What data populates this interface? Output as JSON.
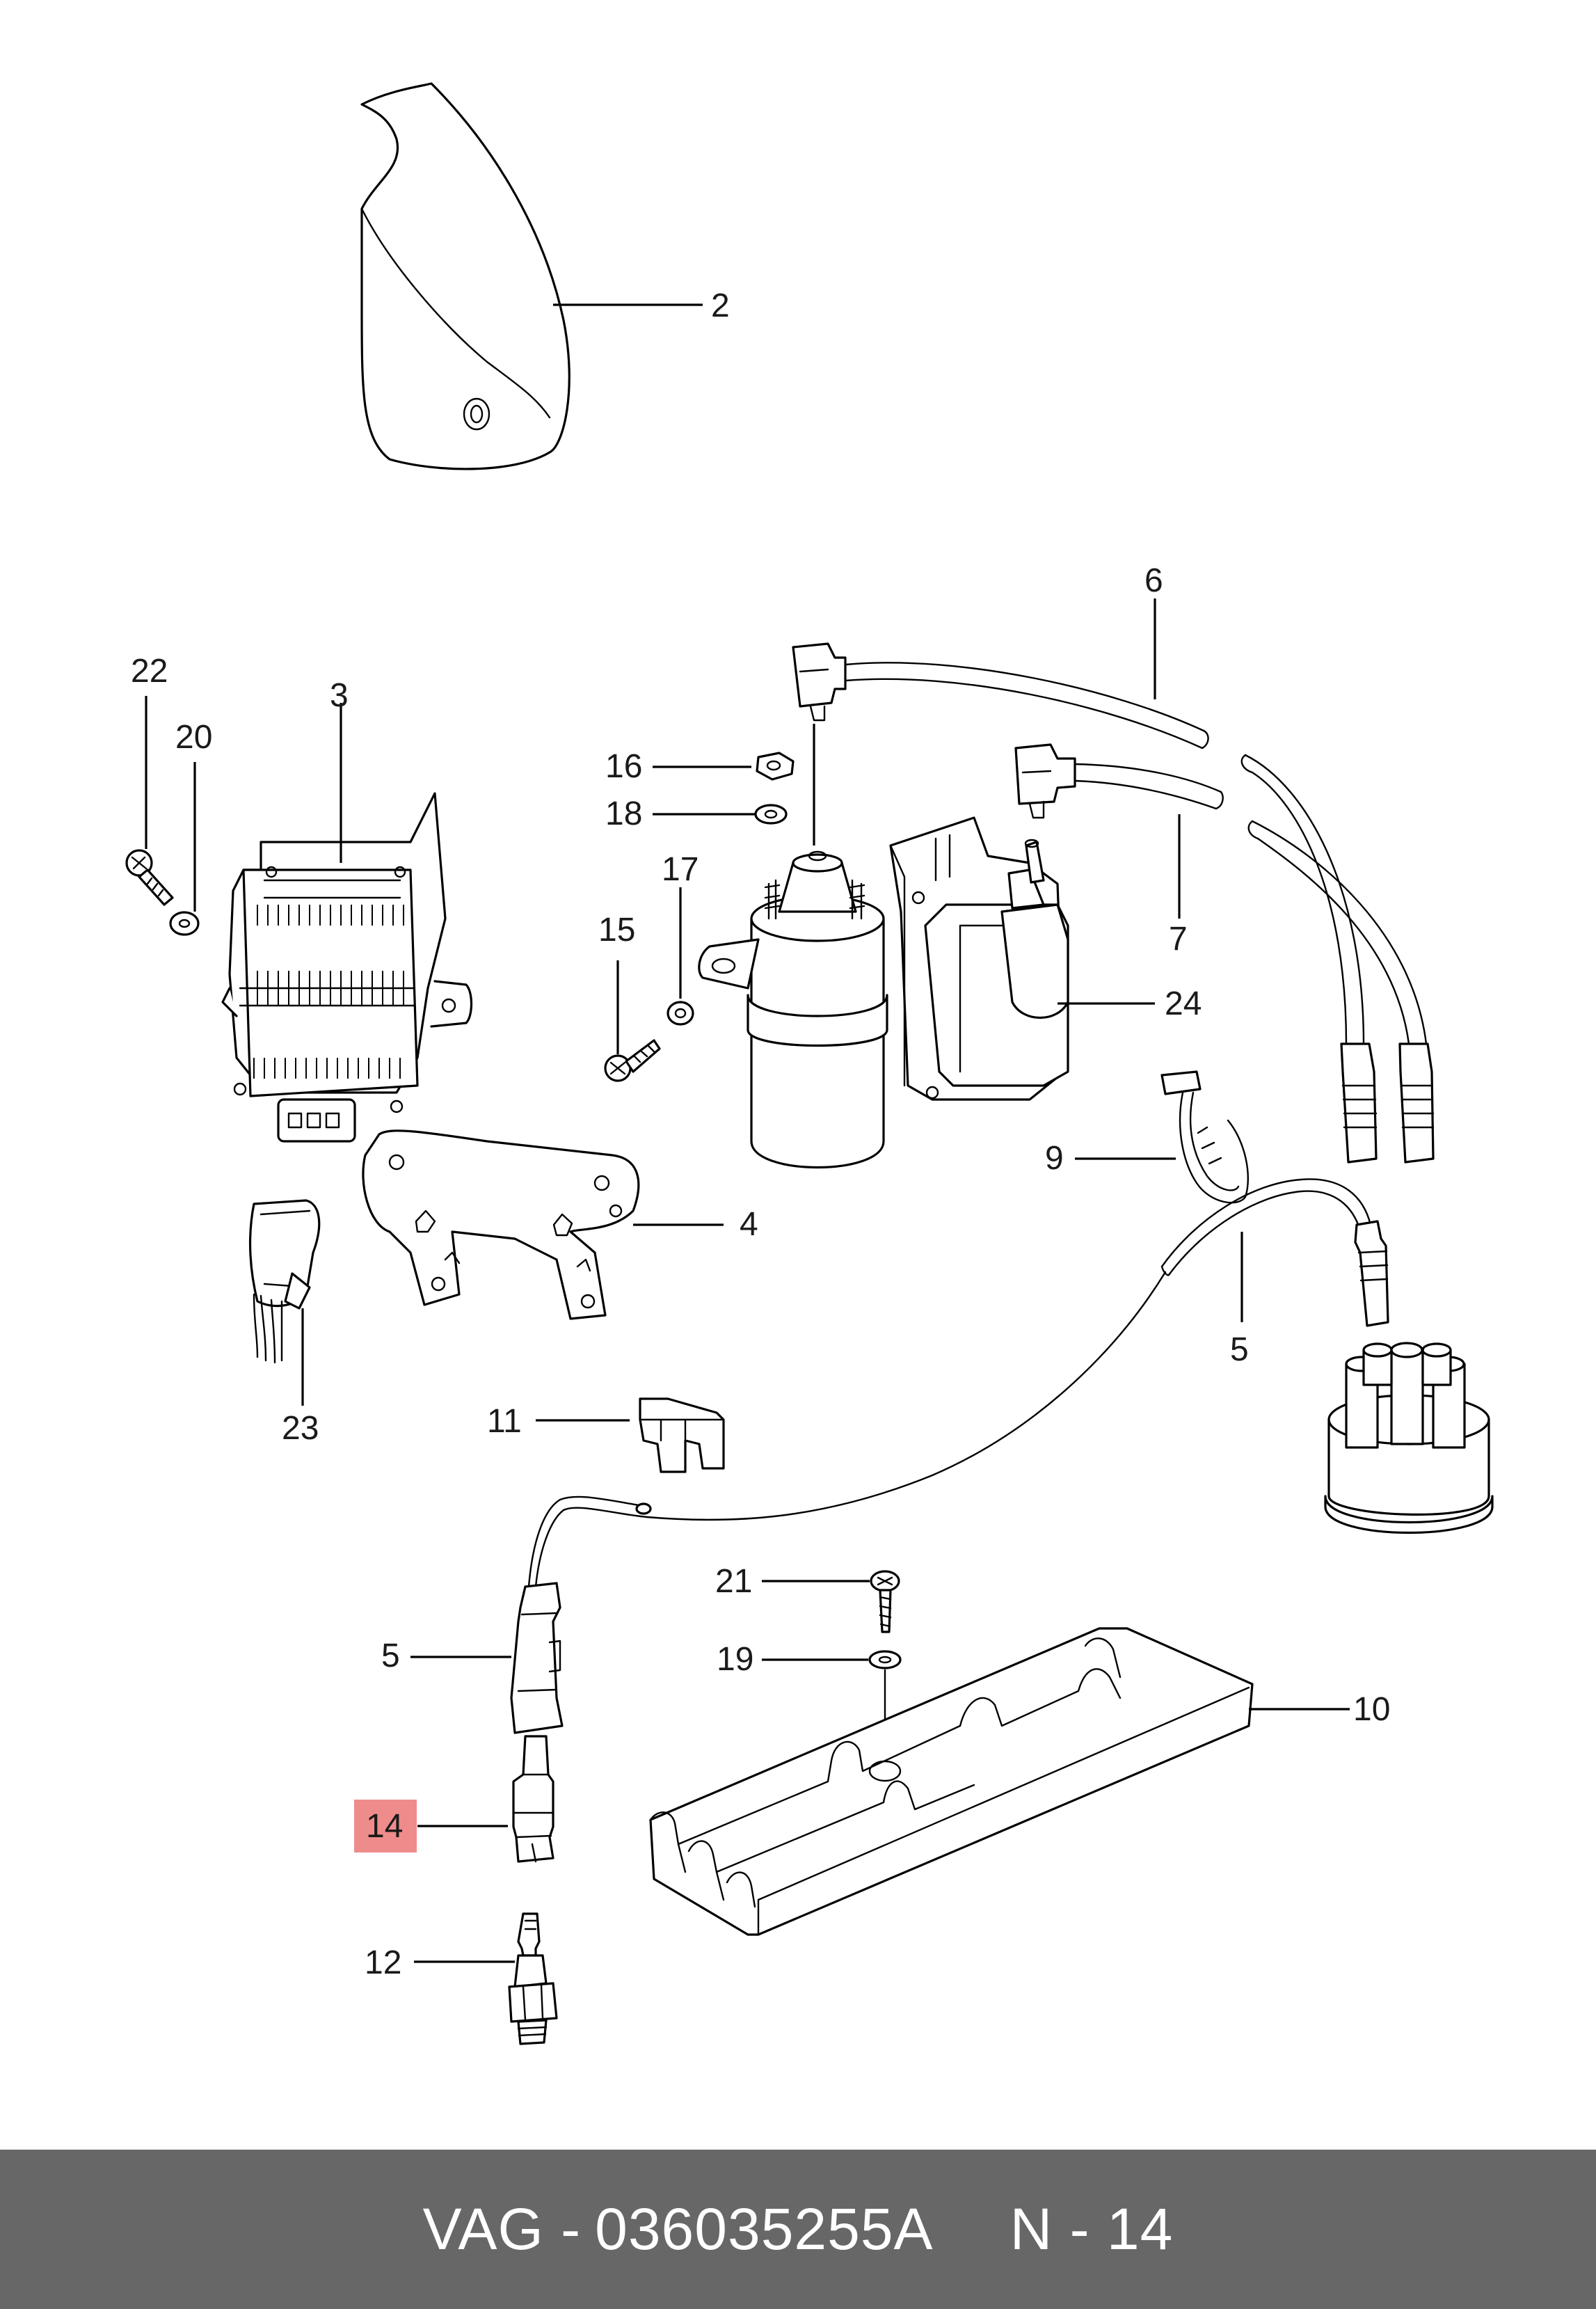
{
  "callouts": {
    "c2": "2",
    "c3": "3",
    "c4": "4",
    "c5a": "5",
    "c5b": "5",
    "c6": "6",
    "c7": "7",
    "c9": "9",
    "c10": "10",
    "c11": "11",
    "c12": "12",
    "c14": "14",
    "c15": "15",
    "c16": "16",
    "c17": "17",
    "c18": "18",
    "c19": "19",
    "c20": "20",
    "c21": "21",
    "c22": "22",
    "c23": "23",
    "c24": "24"
  },
  "highlight": {
    "callout": "14",
    "color": "#ee8c8c"
  },
  "footer": {
    "brand": "VAG -",
    "part_number": "036035255A",
    "page_ref": "N - 14",
    "background": "#676767"
  }
}
